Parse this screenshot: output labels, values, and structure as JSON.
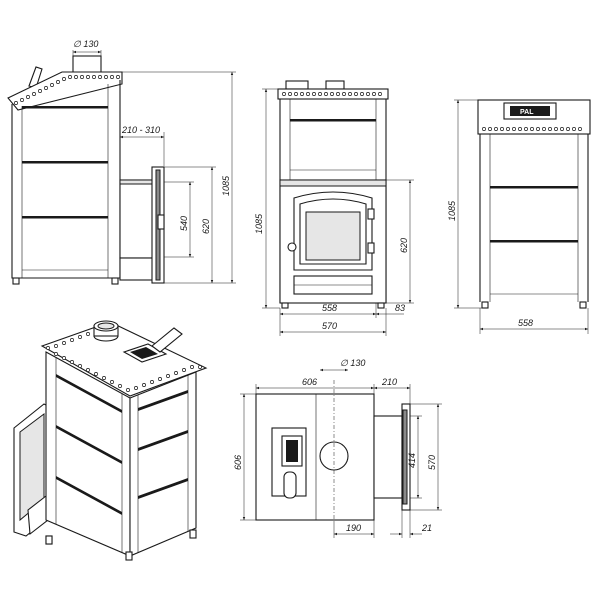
{
  "dimensions": {
    "flue_diameter_side": "∅ 130",
    "door_offset": "210 - 310",
    "door_height_side": "540",
    "firebox_height_side": "620",
    "total_height_side": "1085",
    "total_height_front": "1085",
    "firebox_height_front": "620",
    "inner_width_front": "558",
    "door_depth_front": "83",
    "total_width_front": "570",
    "total_height_back": "1085",
    "width_back": "558",
    "flue_diameter_top": "∅ 130",
    "top_width": "606",
    "tunnel_length_top": "210",
    "top_depth": "606",
    "tunnel_width_top": "414",
    "frame_width_top": "570",
    "flue_offset_top": "190",
    "frame_offset_top": "21"
  },
  "logo_text": "PAL"
}
